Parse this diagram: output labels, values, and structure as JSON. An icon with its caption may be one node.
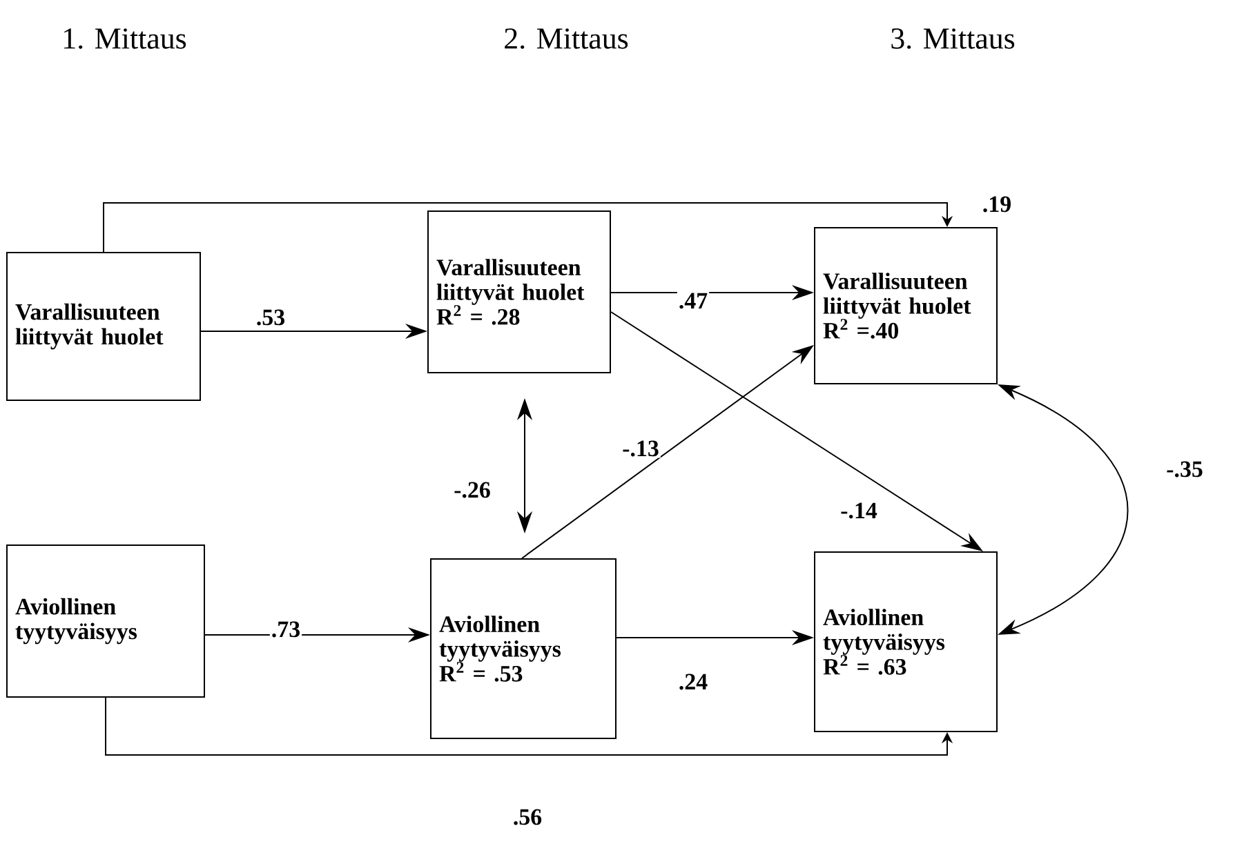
{
  "diagram": {
    "nodes": [
      {
        "text": [
          "Varallisuuteen liittyvät huolet"
        ]
      },
      {
        "text": [
          "Varallisuuteen liittyvät huolet",
          "R$^{2}$ = .28"
        ]
      },
      {
        "text": [
          "Varallisuuteen liittyvät huolet",
          "R$^{2}$ =.40"
        ]
      },
      {
        "text": [
          "Aviollinen tyytyväisyys"
        ]
      },
      {
        "text": [
          "Aviollinen tyytyväisyys",
          "R$^{2}$ = .53"
        ]
      },
      {
        "text": [
          "Aviollinen tyytyväisyys",
          "R$^{2}$ = .63"
        ]
      }
    ],
    "edges": [
      {
        "from": 0,
        "to": 1,
        "arrow": "to",
        "label": ".53"
      },
      {
        "from": 1,
        "to": 2,
        "arrow": "to",
        "label": ".47"
      },
      {
        "from": 0,
        "to": 2,
        "arrow": "to",
        "label": ".19"
      },
      {
        "from": 1,
        "to": 4,
        "arrow": "both",
        "label": "-.26"
      },
      {
        "from": 4,
        "to": 2,
        "arrow": "to",
        "label": "-.13"
      },
      {
        "from": 1,
        "to": 5,
        "arrow": "to",
        "label": "-.14"
      },
      {
        "from": 2,
        "to": 5,
        "arrow": "both",
        "label": "-.35"
      },
      {
        "from": 3,
        "to": 4,
        "arrow": "to",
        "label": ".73"
      },
      {
        "from": 4,
        "to": 5,
        "arrow": "to",
        "label": ".24"
      },
      {
        "from": 3,
        "to": 5,
        "arrow": "to",
        "label": ".56"
      }
    ],
    "labels": [
      "1. Mittaus",
      "2. Mittaus",
      "3. Mittaus"
    ]
  }
}
